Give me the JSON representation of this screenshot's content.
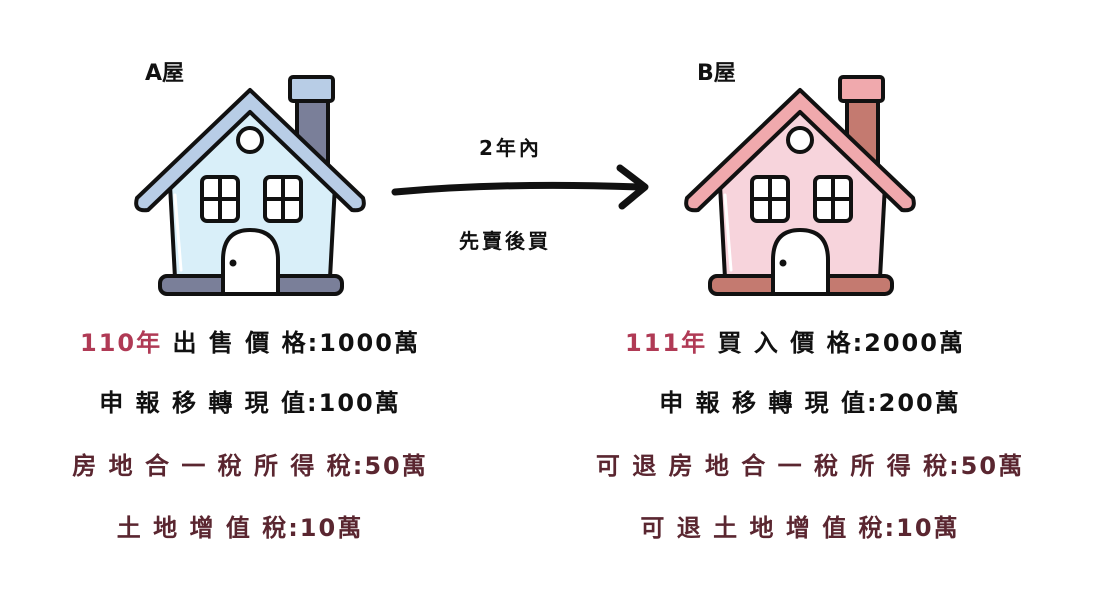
{
  "houses": [
    {
      "label": "A屋",
      "colors": {
        "wall": "#d9eff9",
        "roof": "#b8cde6",
        "chimney": "#7a7f99",
        "base": "#7a7f99",
        "cap": "#b8cde6"
      }
    },
    {
      "label": "B屋",
      "colors": {
        "wall": "#f7d4dc",
        "roof": "#f0a9ad",
        "chimney": "#c47a70",
        "base": "#c47a70",
        "cap": "#f0a9ad"
      }
    }
  ],
  "arrow": {
    "top_text": "2年內",
    "bottom_text": "先賣後買"
  },
  "left": {
    "year": "110年",
    "price": "出 售 價 格:1000萬",
    "declared": "申 報 移 轉 現 值:100萬",
    "income_tax": "房 地 合 一 稅 所 得 稅:50萬",
    "land_tax": "土 地 增 值 稅:10萬"
  },
  "right": {
    "year": "111年",
    "price": "買 入 價 格:2000萬",
    "declared": "申 報 移 轉 現 值:200萬",
    "income_tax": "可 退 房 地 合 一 稅 所 得 稅:50萬",
    "land_tax": "可 退 土 地 增 值 稅:10萬"
  },
  "colors": {
    "year": "#b03a55",
    "tax": "#5a2630",
    "text": "#111111"
  }
}
